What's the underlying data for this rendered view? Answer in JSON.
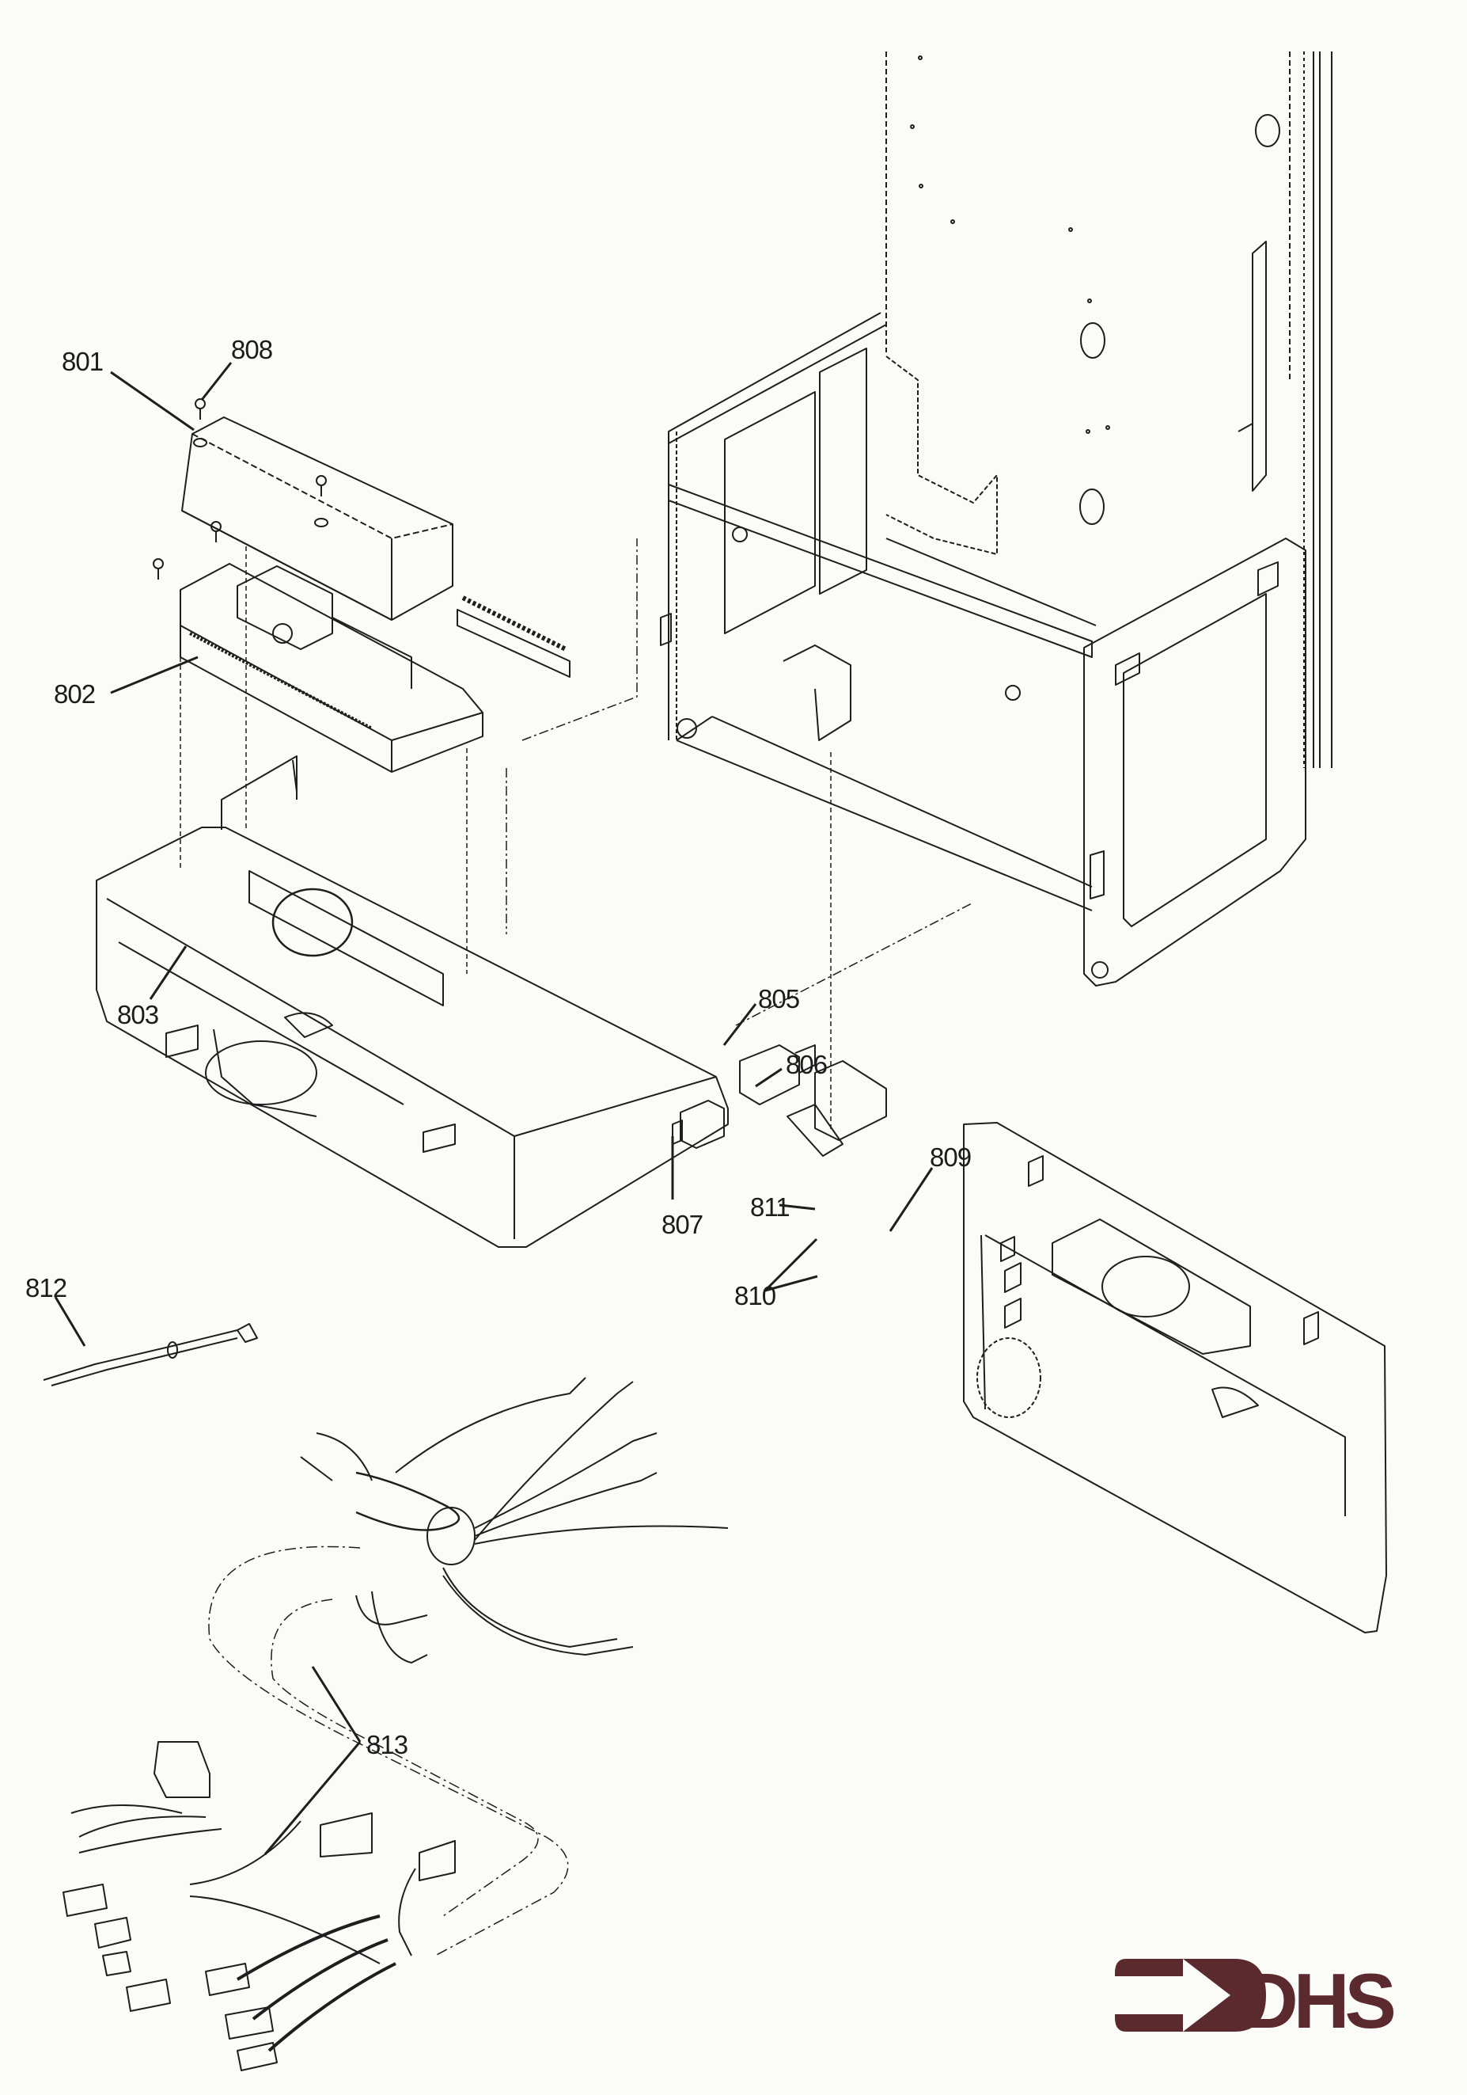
{
  "diagram": {
    "title": "Exploded parts view - control panel assembly",
    "part_labels": [
      {
        "id": "801",
        "text": "801",
        "part": "control box cover"
      },
      {
        "id": "808",
        "text": "808",
        "part": "screw"
      },
      {
        "id": "802",
        "text": "802",
        "part": "control PCB"
      },
      {
        "id": "803",
        "text": "803",
        "part": "control panel housing"
      },
      {
        "id": "805",
        "text": "805",
        "part": "connector"
      },
      {
        "id": "806",
        "text": "806",
        "part": "relay/bracket"
      },
      {
        "id": "807",
        "text": "807",
        "part": "switch"
      },
      {
        "id": "809",
        "text": "809",
        "part": "display lens"
      },
      {
        "id": "811",
        "text": "811",
        "part": "indicator"
      },
      {
        "id": "810",
        "text": "810",
        "part": "LED holders"
      },
      {
        "id": "812",
        "text": "812",
        "part": "sensor lead"
      },
      {
        "id": "813",
        "text": "813",
        "part": "wiring harness"
      }
    ]
  },
  "logo": {
    "text": "DHS",
    "color": "#5b2a2f"
  },
  "colors": {
    "line": "#1e1e1e",
    "paper": "#fbfbf8"
  }
}
